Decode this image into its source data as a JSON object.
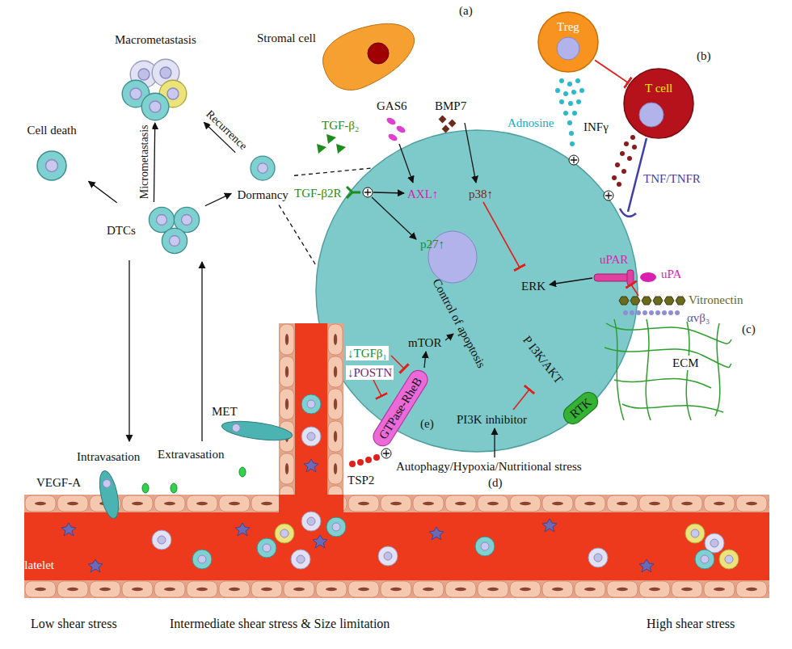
{
  "diagram": {
    "nodes": [
      {
        "text": [
          "Macrometastasis"
        ]
      },
      {
        "text": [
          "Cell death"
        ]
      },
      {
        "text": [
          "DTCs"
        ]
      },
      {
        "text": [
          "Dormancy"
        ]
      },
      {
        "text": [
          "Treg"
        ]
      },
      {
        "text": [
          "T cell"
        ]
      },
      {
        "text": [
          "AXL↑",
          "p38↑",
          "p27↑",
          "ERK",
          "Control of apoptosis",
          "mTOR",
          "P I3K/AKT",
          "PI3K inhibitor"
        ]
      },
      {
        "text": [
          "GTPase-RheB"
        ],
        "in": 6
      },
      {
        "text": [
          "RTK"
        ]
      }
    ],
    "edges": [
      {
        "from": 2,
        "to": 1,
        "arrow": "to"
      },
      {
        "from": 2,
        "to": 0,
        "label": "Micrometastasis",
        "arrow": "to"
      },
      {
        "from": 2,
        "to": 3,
        "arrow": "to"
      },
      {
        "from": 3,
        "to": 0,
        "label": "Recurrence",
        "arrow": "to"
      },
      {
        "from": 3,
        "to": 6,
        "arrow": "none"
      },
      {
        "from": 3,
        "to": 6,
        "arrow": "none"
      },
      {
        "from": 4,
        "to": 5,
        "arrow": "to"
      }
    ],
    "labels": [
      "Stromal cell",
      "(a)",
      "(b)",
      "(c)",
      "(d)",
      "(e)",
      "GAS6",
      "BMP7",
      "TGF-β₂",
      "TGF-β2R",
      "Adnosine",
      "INFγ",
      "TNF/TNFR",
      "uPAR",
      "uPA",
      "Vitronectin",
      "αvβ₃",
      "ECM",
      "↓TGFβ₁",
      "↓POSTN",
      "TSP2",
      "Autophagy/Hypoxia/Nutritional stress",
      "VEGF-A",
      "Platelet",
      "Intravasation",
      "Extravasation",
      "MET",
      "Low shear stress",
      "Intermediate shear stress & Size limitation",
      "High shear stress"
    ]
  }
}
